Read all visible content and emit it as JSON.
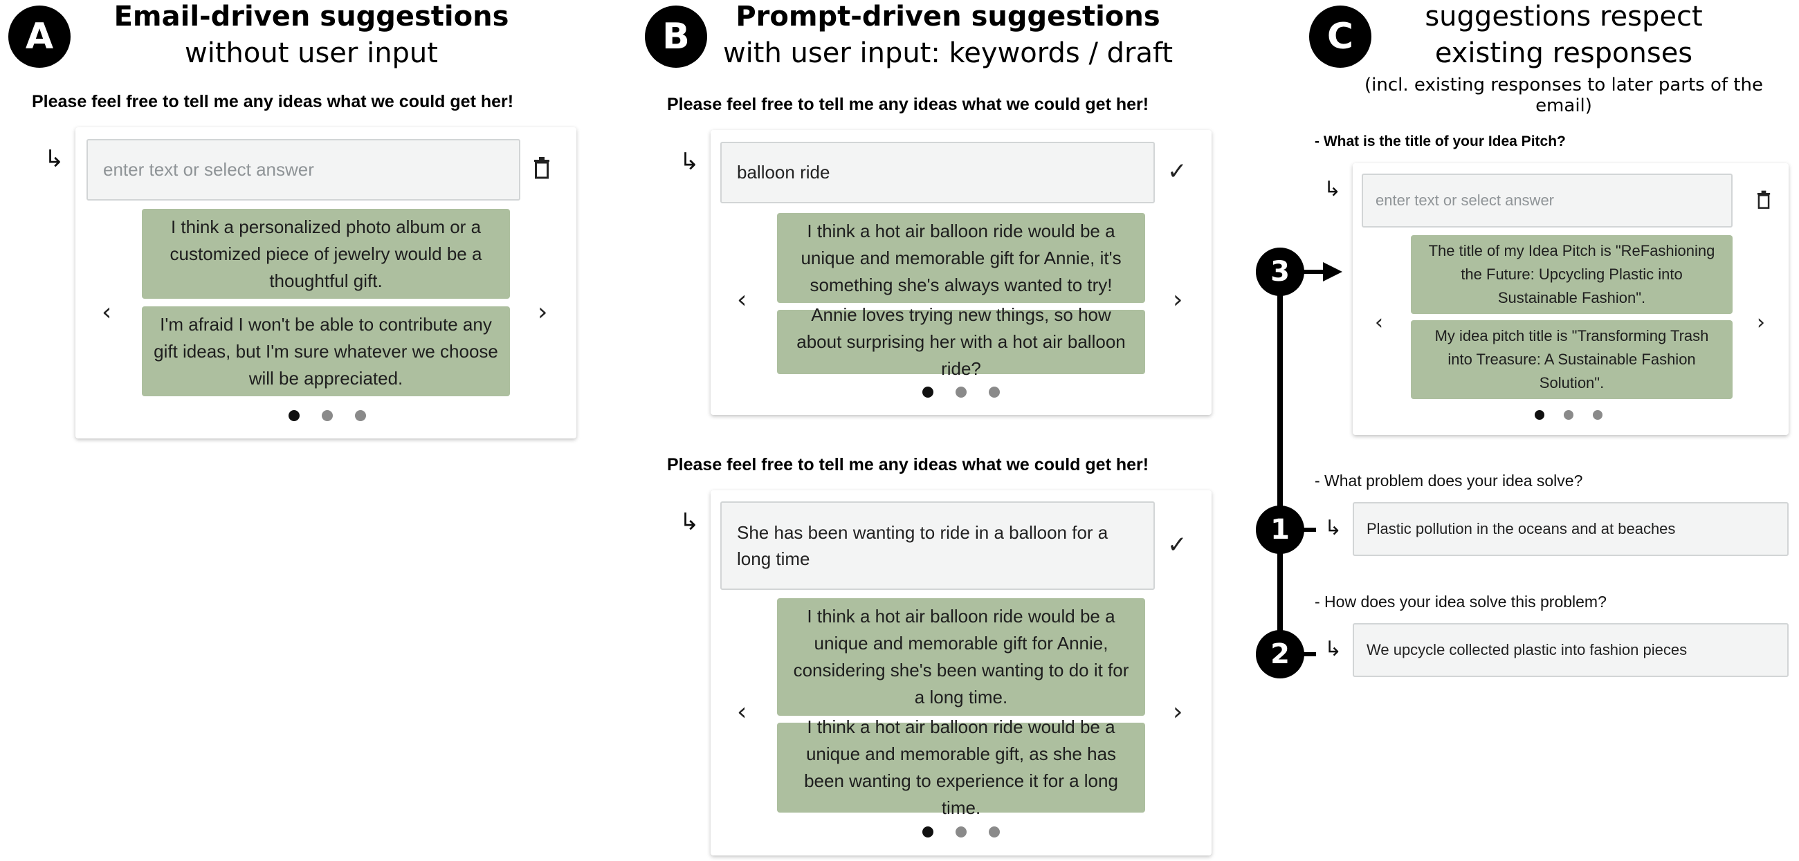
{
  "panels": {
    "a": {
      "badge": "A",
      "title_bold": "Email-driven suggestions",
      "title_line2": "without user input",
      "question": "Please feel free to tell me any ideas what we could get her!",
      "placeholder": "enter text or select answer",
      "suggestions": [
        "I think a personalized photo album or a customized piece of jewelry would be a thoughtful gift.",
        "I'm afraid I won't be able to contribute any gift ideas, but I'm sure whatever we choose will be appreciated."
      ]
    },
    "b": {
      "badge": "B",
      "title_bold": "Prompt-driven suggestions",
      "title_line2": "with user input: keywords / draft",
      "top": {
        "question": "Please feel free to tell me any ideas what we could get her!",
        "input_value": "balloon ride",
        "suggestions": [
          "I think a hot air balloon ride would be a unique and memorable gift for Annie, it's something she's always wanted to try!",
          "Annie loves trying new things, so how about surprising her with a hot air balloon ride?"
        ]
      },
      "bottom": {
        "question": "Please feel free to tell me any ideas what we could get her!",
        "input_value": "She has been wanting to ride in a balloon for a long time",
        "suggestions": [
          "I think a hot air balloon ride would be a unique and memorable gift for Annie, considering she's been wanting to do it for a long time.",
          "I think a hot air balloon ride would be a unique and memorable gift, as she has been wanting to experience it for a long time."
        ]
      }
    },
    "c": {
      "badge": "C",
      "title_line1": "suggestions respect",
      "title_line2": "existing responses",
      "subtitle": "(incl. existing responses to later parts of the email)",
      "q1": {
        "question": "- What is the title of your Idea Pitch?",
        "placeholder": "enter text or select answer",
        "suggestions": [
          "The title of my Idea Pitch is \"ReFashioning the Future: Upcycling Plastic into Sustainable Fashion\".",
          "My idea pitch title is \"Transforming Trash into Treasure: A Sustainable Fashion Solution\"."
        ]
      },
      "q2": {
        "question": "- What problem does your idea solve?",
        "value": "Plastic pollution in the oceans and at beaches"
      },
      "q3": {
        "question": "- How does your idea solve this problem?",
        "value": "We upcycle collected plastic into fashion pieces"
      },
      "markers": [
        "3",
        "1",
        "2"
      ]
    }
  },
  "icons": {
    "reply": "↳",
    "prev": "‹",
    "next": "›",
    "check": "✓",
    "delete": "trash-icon"
  },
  "colors": {
    "suggestion_bg": "#adbf9f",
    "field_bg": "#f3f4f4",
    "badge_bg": "#000000"
  }
}
